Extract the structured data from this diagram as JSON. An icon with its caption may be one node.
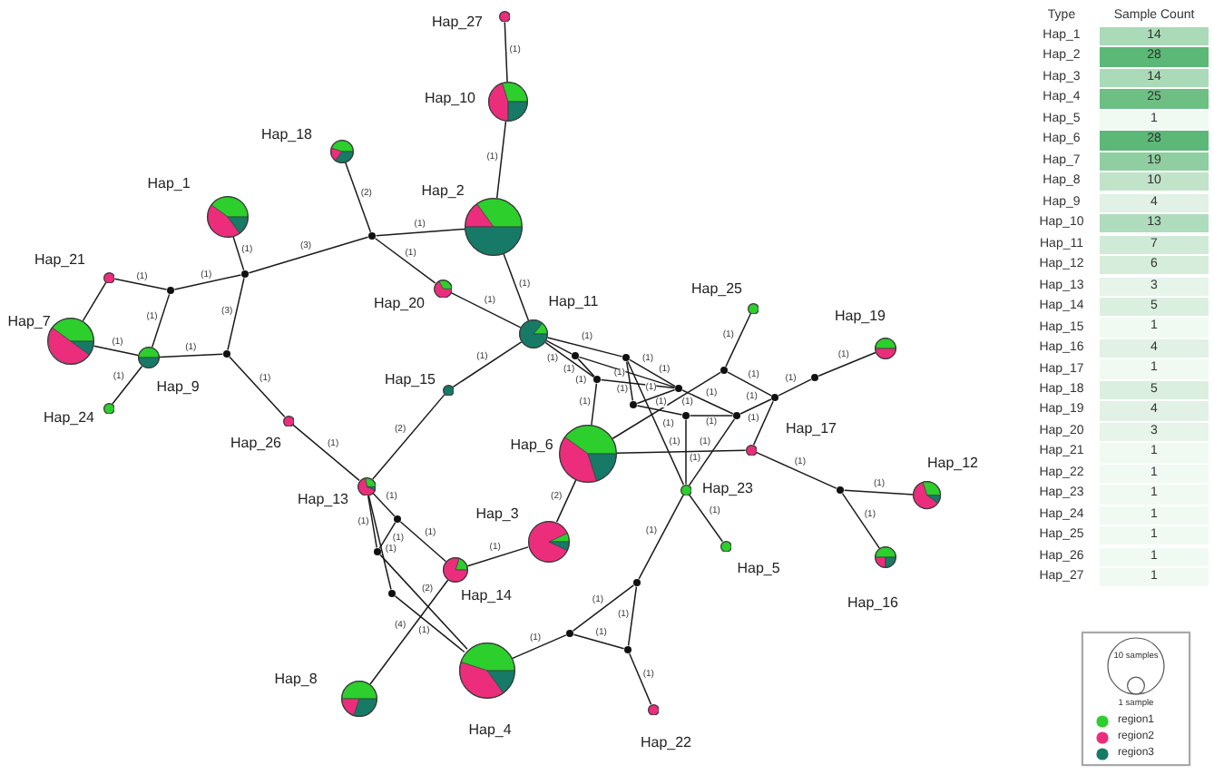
{
  "diagram": {
    "nodes": [
      {
        "text": [],
        "shape": "circle",
        "beside": [
          "Hap_27"
        ]
      },
      {
        "text": [],
        "shape": "circle",
        "beside": [
          "Hap_10"
        ]
      },
      {
        "text": [],
        "shape": "circle",
        "beside": [
          "Hap_18"
        ]
      },
      {
        "text": [],
        "shape": "circle",
        "beside": [
          "Hap_1"
        ]
      },
      {
        "text": [],
        "shape": "circle",
        "beside": [
          "Hap_2"
        ]
      },
      {
        "text": [],
        "shape": "circle"
      },
      {
        "text": [],
        "shape": "circle"
      },
      {
        "text": [],
        "shape": "circle",
        "beside": [
          "Hap_21"
        ]
      },
      {
        "text": [],
        "shape": "circle"
      },
      {
        "text": [],
        "shape": "circle",
        "beside": [
          "Hap_20"
        ]
      },
      {
        "text": [],
        "shape": "circle",
        "beside": [
          "Hap_25"
        ]
      },
      {
        "text": [],
        "shape": "circle",
        "beside": [
          "Hap_11"
        ]
      },
      {
        "text": [],
        "shape": "circle",
        "beside": [
          "Hap_7"
        ]
      },
      {
        "text": [],
        "shape": "circle",
        "beside": [
          "Hap_19"
        ]
      },
      {
        "text": [],
        "shape": "circle"
      },
      {
        "text": [],
        "shape": "circle",
        "beside": [
          "Hap_9"
        ]
      },
      {
        "text": [],
        "shape": "circle"
      },
      {
        "text": [],
        "shape": "circle"
      },
      {
        "text": [],
        "shape": "circle"
      },
      {
        "text": [],
        "shape": "circle"
      },
      {
        "text": [],
        "shape": "circle"
      },
      {
        "text": [],
        "shape": "circle"
      },
      {
        "text": [],
        "shape": "circle",
        "beside": [
          "Hap_15"
        ]
      },
      {
        "text": [],
        "shape": "circle"
      },
      {
        "text": [],
        "shape": "circle"
      },
      {
        "text": [],
        "shape": "circle",
        "beside": [
          "Hap_24"
        ]
      },
      {
        "text": [],
        "shape": "circle"
      },
      {
        "text": [],
        "shape": "circle"
      },
      {
        "text": [],
        "shape": "circle",
        "beside": [
          "Hap_26"
        ]
      },
      {
        "text": [],
        "shape": "circle",
        "beside": [
          "Hap_17"
        ]
      },
      {
        "text": [],
        "shape": "circle",
        "beside": [
          "Hap_6"
        ]
      },
      {
        "text": [],
        "shape": "circle",
        "beside": [
          "Hap_13"
        ]
      },
      {
        "text": [],
        "shape": "circle",
        "beside": [
          "Hap_23"
        ]
      },
      {
        "text": [],
        "shape": "circle"
      },
      {
        "text": [],
        "shape": "circle",
        "beside": [
          "Hap_12"
        ]
      },
      {
        "text": [],
        "shape": "circle"
      },
      {
        "text": [],
        "shape": "circle",
        "beside": [
          "Hap_3"
        ]
      },
      {
        "text": [],
        "shape": "circle",
        "beside": [
          "Hap_5"
        ]
      },
      {
        "text": [],
        "shape": "circle"
      },
      {
        "text": [],
        "shape": "circle",
        "beside": [
          "Hap_16"
        ]
      },
      {
        "text": [],
        "shape": "circle",
        "beside": [
          "Hap_14"
        ]
      },
      {
        "text": [],
        "shape": "circle"
      },
      {
        "text": [],
        "shape": "circle"
      },
      {
        "text": [],
        "shape": "circle"
      },
      {
        "text": [],
        "shape": "circle"
      },
      {
        "text": [],
        "shape": "circle",
        "beside": [
          "Hap_4"
        ]
      },
      {
        "text": [],
        "shape": "circle",
        "beside": [
          "Hap_8"
        ]
      },
      {
        "text": [],
        "shape": "circle",
        "beside": [
          "Hap_22"
        ]
      }
    ],
    "edges": [
      {
        "from": 0,
        "to": 1,
        "arrow": "none",
        "label": "(1)"
      },
      {
        "from": 1,
        "to": 4,
        "arrow": "none",
        "label": "(1)"
      },
      {
        "from": 2,
        "to": 5,
        "arrow": "none",
        "label": "(2)"
      },
      {
        "from": 3,
        "to": 6,
        "arrow": "none",
        "label": "(1)"
      },
      {
        "from": 5,
        "to": 4,
        "arrow": "none",
        "label": "(1)"
      },
      {
        "from": 6,
        "to": 5,
        "arrow": "none",
        "label": "(3)"
      },
      {
        "from": 5,
        "to": 9,
        "arrow": "none",
        "label": "(1)"
      },
      {
        "from": 4,
        "to": 11,
        "arrow": "none",
        "label": "(1)"
      },
      {
        "from": 9,
        "to": 11,
        "arrow": "none",
        "label": "(1)"
      },
      {
        "from": 7,
        "to": 8,
        "arrow": "none",
        "label": "(1)"
      },
      {
        "from": 8,
        "to": 6,
        "arrow": "none",
        "label": "(1)"
      },
      {
        "from": 12,
        "to": 7,
        "arrow": "none"
      },
      {
        "from": 12,
        "to": 15,
        "arrow": "none",
        "label": "(1)"
      },
      {
        "from": 8,
        "to": 15,
        "arrow": "none",
        "label": "(1)"
      },
      {
        "from": 15,
        "to": 14,
        "arrow": "none",
        "label": "(1)"
      },
      {
        "from": 14,
        "to": 6,
        "arrow": "none",
        "label": "(3)"
      },
      {
        "from": 15,
        "to": 25,
        "arrow": "none",
        "label": "(1)"
      },
      {
        "from": 14,
        "to": 28,
        "arrow": "none",
        "label": "(1)"
      },
      {
        "from": 28,
        "to": 31,
        "arrow": "none",
        "label": "(1)"
      },
      {
        "from": 11,
        "to": 22,
        "arrow": "none",
        "label": "(1)"
      },
      {
        "from": 22,
        "to": 31,
        "arrow": "none",
        "label": "(2)"
      },
      {
        "from": 11,
        "to": 16,
        "arrow": "none",
        "label": "(1)"
      },
      {
        "from": 11,
        "to": 17,
        "arrow": "none",
        "label": "(1)"
      },
      {
        "from": 11,
        "to": 20,
        "arrow": "none",
        "label": "(1)"
      },
      {
        "from": 16,
        "to": 20,
        "arrow": "none",
        "label": "(1)"
      },
      {
        "from": 16,
        "to": 21,
        "arrow": "none",
        "label": "(1)"
      },
      {
        "from": 20,
        "to": 30,
        "arrow": "none",
        "label": "(1)"
      },
      {
        "from": 20,
        "to": 21,
        "arrow": "none",
        "label": "(1)"
      },
      {
        "from": 17,
        "to": 24,
        "arrow": "none",
        "label": "(1)"
      },
      {
        "from": 17,
        "to": 21,
        "arrow": "none",
        "label": "(1)"
      },
      {
        "from": 17,
        "to": 32,
        "arrow": "none",
        "label": "(1)"
      },
      {
        "from": 24,
        "to": 21,
        "arrow": "none",
        "label": "(1)"
      },
      {
        "from": 21,
        "to": 27,
        "arrow": "none",
        "label": "(1)"
      },
      {
        "from": 26,
        "to": 27,
        "arrow": "none",
        "label": "(1)"
      },
      {
        "from": 26,
        "to": 32,
        "arrow": "none",
        "label": "(1)"
      },
      {
        "from": 27,
        "to": 32,
        "arrow": "none",
        "label": "(1)"
      },
      {
        "from": 30,
        "to": 18,
        "arrow": "none",
        "label": "(1)"
      },
      {
        "from": 18,
        "to": 10,
        "arrow": "none",
        "label": "(1)"
      },
      {
        "from": 18,
        "to": 23,
        "arrow": "none",
        "label": "(1)"
      },
      {
        "from": 30,
        "to": 29,
        "arrow": "none",
        "label": "(1)"
      },
      {
        "from": 23,
        "to": 29,
        "arrow": "none",
        "label": "(1)"
      },
      {
        "from": 23,
        "to": 19,
        "arrow": "none",
        "label": "(1)"
      },
      {
        "from": 19,
        "to": 13,
        "arrow": "none",
        "label": "(1)"
      },
      {
        "from": 27,
        "to": 23,
        "arrow": "none",
        "label": "(1)"
      },
      {
        "from": 29,
        "to": 33,
        "arrow": "none",
        "label": "(1)"
      },
      {
        "from": 33,
        "to": 34,
        "arrow": "none",
        "label": "(1)"
      },
      {
        "from": 33,
        "to": 39,
        "arrow": "none",
        "label": "(1)"
      },
      {
        "from": 32,
        "to": 37,
        "arrow": "none",
        "label": "(1)"
      },
      {
        "from": 32,
        "to": 41,
        "arrow": "none",
        "label": "(1)"
      },
      {
        "from": 30,
        "to": 36,
        "arrow": "none",
        "label": "(2)"
      },
      {
        "from": 31,
        "to": 35,
        "arrow": "none",
        "label": "(1)"
      },
      {
        "from": 35,
        "to": 40,
        "arrow": "none",
        "label": "(1)"
      },
      {
        "from": 31,
        "to": 38,
        "arrow": "none",
        "label": "(1)"
      },
      {
        "from": 31,
        "to": 42,
        "arrow": "none",
        "label": "(1)"
      },
      {
        "from": 35,
        "to": 38,
        "arrow": "none",
        "label": "(1)"
      },
      {
        "from": 38,
        "to": 45,
        "arrow": "none",
        "label": "(2)"
      },
      {
        "from": 42,
        "to": 45,
        "arrow": "none",
        "label": "(1)"
      },
      {
        "from": 40,
        "to": 46,
        "arrow": "none",
        "label": "(4)"
      },
      {
        "from": 40,
        "to": 36,
        "arrow": "none",
        "label": "(1)"
      },
      {
        "from": 45,
        "to": 43,
        "arrow": "none",
        "label": "(1)"
      },
      {
        "from": 43,
        "to": 41,
        "arrow": "none",
        "label": "(1)"
      },
      {
        "from": 43,
        "to": 44,
        "arrow": "none",
        "label": "(1)"
      },
      {
        "from": 41,
        "to": 44,
        "arrow": "none",
        "label": "(1)"
      },
      {
        "from": 44,
        "to": 47,
        "arrow": "none",
        "label": "(1)"
      },
      {
        "from": 24,
        "to": 26,
        "arrow": "none",
        "label": "(1)"
      }
    ],
    "labels": [
      "Type",
      "Sample Count",
      "Hap_1",
      "14",
      "Hap_2",
      "28",
      "Hap_3",
      "14",
      "Hap_4",
      "25",
      "Hap_5",
      "1",
      "Hap_6",
      "28",
      "Hap_7",
      "19",
      "Hap_8",
      "10",
      "Hap_9",
      "4",
      "Hap_10",
      "13",
      "Hap_11",
      "7",
      "Hap_12",
      "6",
      "Hap_13",
      "3",
      "Hap_14",
      "5",
      "Hap_15",
      "1",
      "Hap_16",
      "4",
      "Hap_17",
      "1",
      "Hap_18",
      "5",
      "Hap_19",
      "4",
      "Hap_20",
      "3",
      "Hap_21",
      "1",
      "Hap_22",
      "1",
      "Hap_23",
      "1",
      "Hap_24",
      "1",
      "Hap_25",
      "1",
      "Hap_26",
      "1",
      "Hap_27",
      "1",
      "10 samples",
      "1 sample"
    ],
    "legend": [
      {
        "text": "region1",
        "color": "#2ccf2c"
      },
      {
        "text": "region2",
        "color": "#ec2d7c"
      },
      {
        "text": "region3",
        "color": "#177a66"
      }
    ]
  }
}
